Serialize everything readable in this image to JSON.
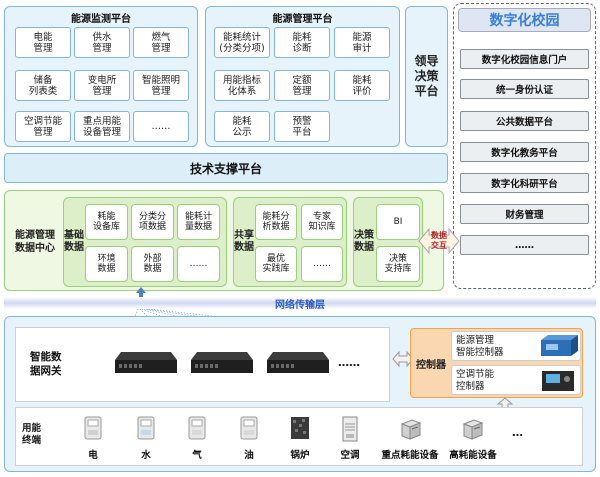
{
  "energy_monitoring": {
    "title": "能源监测平台",
    "items": [
      "电能\n管理",
      "供水\n管理",
      "燃气\n管理",
      "储备\n列表类",
      "变电所\n管理",
      "智能照明\n管理",
      "空调节能\n管理",
      "重点用能\n设备管理",
      "……"
    ]
  },
  "energy_management": {
    "title": "能源管理平台",
    "items": [
      "能耗统计\n(分类分项)",
      "能耗\n诊断",
      "能源\n审计",
      "用能指标\n化体系",
      "定额\n管理",
      "能耗\n评价",
      "能耗\n公示",
      "预警\n平台"
    ]
  },
  "leadership": {
    "label": "领导\n决策\n平台"
  },
  "digital_campus": {
    "title": "数字化校园",
    "items": [
      "数字化校园信息门户",
      "统一身份认证",
      "公共数据平台",
      "数字化教务平台",
      "数字化科研平台",
      "财务管理",
      "……"
    ]
  },
  "tech_support": {
    "label": "技术支撑平台"
  },
  "data_center": {
    "label": "能源管理\n数据中心",
    "basic": {
      "label": "基础\n数据",
      "items": [
        "耗能\n设备库",
        "分类分\n项数据",
        "能耗计\n量数据",
        "环境\n数据",
        "外部\n数据",
        "……"
      ]
    },
    "shared": {
      "label": "共享\n数据",
      "items": [
        "能耗分\n析数据",
        "专家\n知识库",
        "最优\n实践库",
        "……"
      ]
    },
    "decision": {
      "label": "决策\n数据",
      "items": [
        "BI",
        "决策\n支持库"
      ]
    },
    "exchange": "数据\n交互"
  },
  "network": {
    "label": "网络传输层"
  },
  "gateway": {
    "label": "智能数\n据网关",
    "more": "……"
  },
  "control": {
    "label": "控制器",
    "items": [
      "能源管理\n智能控制器",
      "空调节能\n控制器"
    ]
  },
  "terminals": {
    "label": "用能\n终端",
    "items": [
      {
        "label": "电",
        "icon": "electric-meter-icon"
      },
      {
        "label": "水",
        "icon": "water-meter-icon"
      },
      {
        "label": "气",
        "icon": "gas-meter-icon"
      },
      {
        "label": "油",
        "icon": "oil-meter-icon"
      },
      {
        "label": "锅炉",
        "icon": "boiler-icon"
      },
      {
        "label": "空调",
        "icon": "air-conditioner-icon"
      },
      {
        "label": "重点耗能设备",
        "icon": "equipment-icon"
      },
      {
        "label": "高耗能设备",
        "icon": "equipment-icon"
      }
    ],
    "more": "…"
  },
  "colors": {
    "blue_panel": "#e6f3fa",
    "blue_border": "#7fb8d6",
    "green_panel": "#eef8e2",
    "orange": "#f6a24b",
    "digital_title": "#3a7fd5"
  }
}
